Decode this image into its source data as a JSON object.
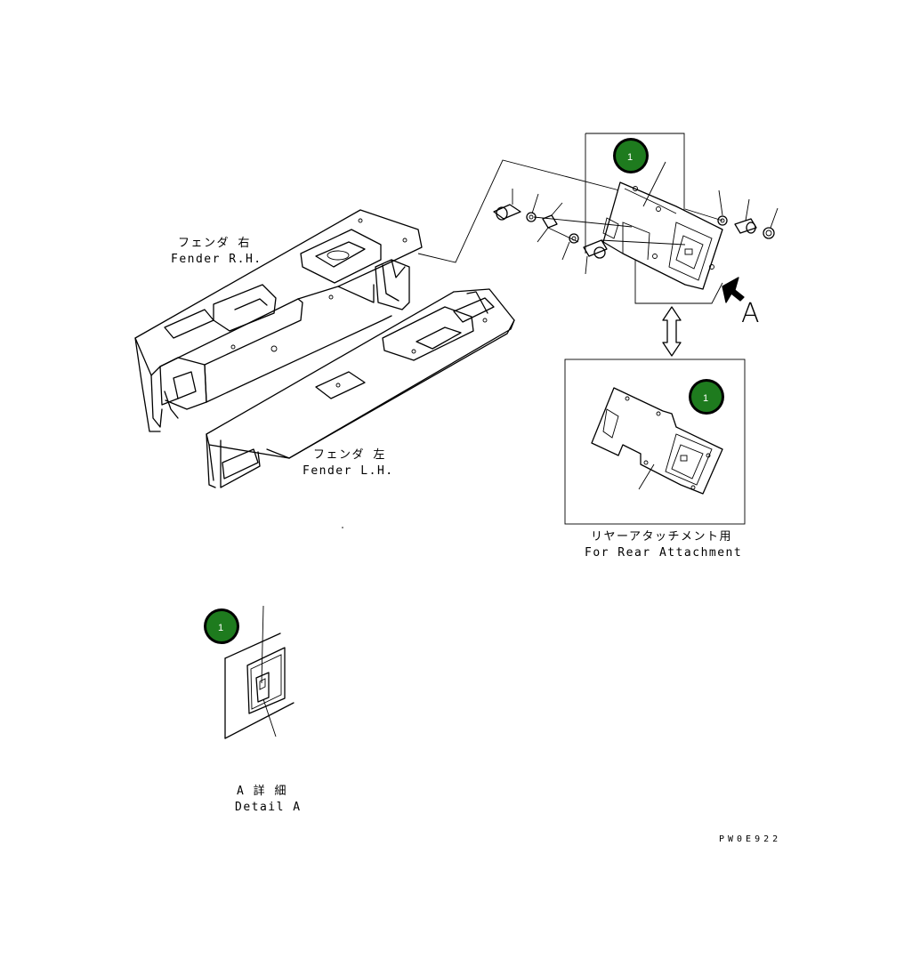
{
  "labels": {
    "fender_rh_jp": "フェンダ 右",
    "fender_rh_en": "Fender R.H.",
    "fender_lh_jp": "フェンダ 左",
    "fender_lh_en": "Fender L.H.",
    "rear_attachment_jp": "リヤーアタッチメント用",
    "rear_attachment_en": "For Rear Attachment",
    "view_arrow_label": "A",
    "detail_jp": "A 詳 細",
    "detail_en": "Detail A",
    "drawing_code": "PW0E922"
  },
  "markers": [
    {
      "id": "marker-top",
      "text": "1"
    },
    {
      "id": "marker-rear",
      "text": "1"
    },
    {
      "id": "marker-detail",
      "text": "1"
    }
  ],
  "colors": {
    "marker_fill": "#1e7b1e",
    "marker_ring": "#000000",
    "line": "#000000"
  }
}
